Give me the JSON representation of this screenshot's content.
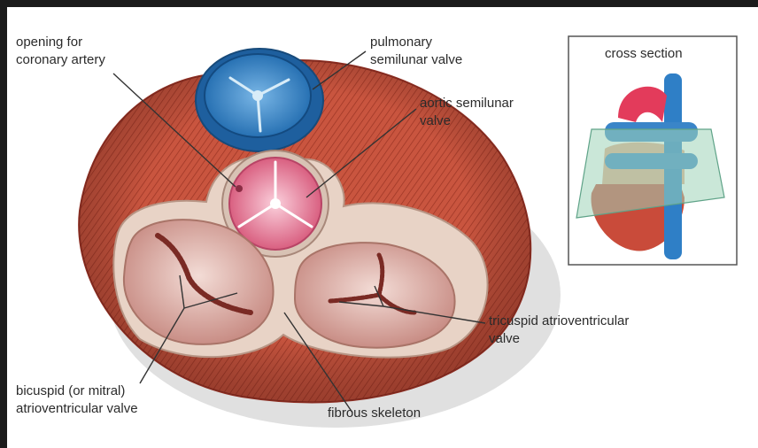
{
  "labels": {
    "opening_coronary": "opening for\ncoronary artery",
    "pulmonary_valve": "pulmonary\nsemilunar valve",
    "aortic_valve": "aortic semilunar\nvalve",
    "tricuspid_valve": "tricuspid atrioventricular\nvalve",
    "bicuspid_valve": "bicuspid (or mitral)\natrioventricular valve",
    "fibrous_skeleton": "fibrous skeleton",
    "inset_title": "cross section"
  },
  "colors": {
    "outer_frame": "#1b1b1b",
    "muscle": "#c9553f",
    "muscle_dark": "#8e2e22",
    "fibrous_ring": "#e8d3c6",
    "pulmonary_valve": "#2f7fc6",
    "aortic_valve": "#e4708e",
    "av_valve": "#dcaaa2",
    "leader_line": "#333333",
    "inset_plane": "#9fd3b8"
  }
}
